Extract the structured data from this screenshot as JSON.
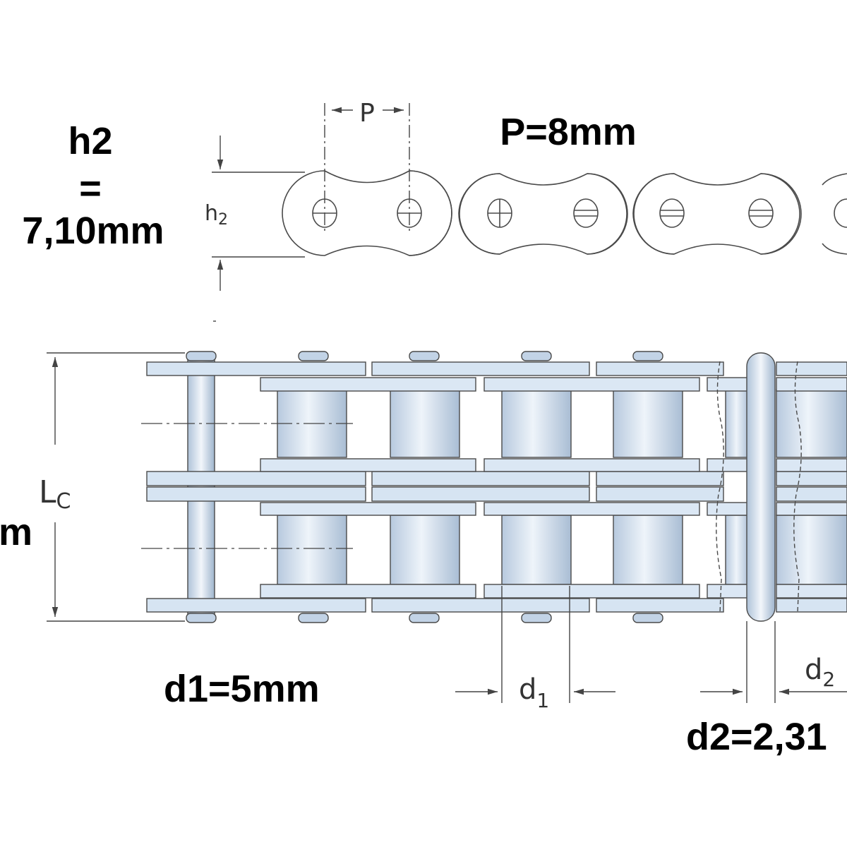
{
  "specs": {
    "h2_name": "h2",
    "h2_eq": "=",
    "h2_value": "7,10mm",
    "pitch": "P=8mm",
    "d1": "d1=5mm",
    "d2": "d2=2,31",
    "lc_tail": "m"
  },
  "labels": {
    "pitch_symbol": "P",
    "h2_symbol": "h",
    "h2_sub": "2",
    "lc_symbol": "L",
    "lc_sub": "C",
    "d1_symbol": "d",
    "d1_sub": "1",
    "d2_symbol": "d",
    "d2_sub": "2"
  },
  "colors": {
    "plate_fill": "#d6e4f2",
    "roller_fill": "#c9d9ea",
    "outline": "#4a4a4a",
    "text": "#000000"
  }
}
